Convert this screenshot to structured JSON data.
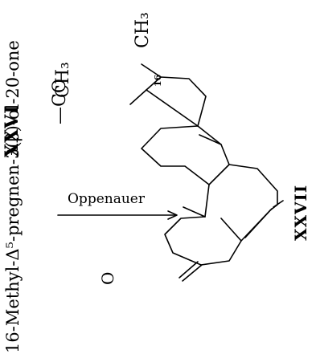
{
  "compound_xxvi": {
    "roman": "XXVI",
    "name": "16-Methyl-Δ⁵-pregnen-3(β)-ol-20-one"
  },
  "compound_xxvii": {
    "roman": "XXVII"
  },
  "reaction": {
    "reagent": "Oppenauer"
  },
  "structure": {
    "methyl_top": "CH₃",
    "methyl_side": "CH₃",
    "carbonyl": "—CO",
    "position_label": "16",
    "oxygen": "O"
  }
}
